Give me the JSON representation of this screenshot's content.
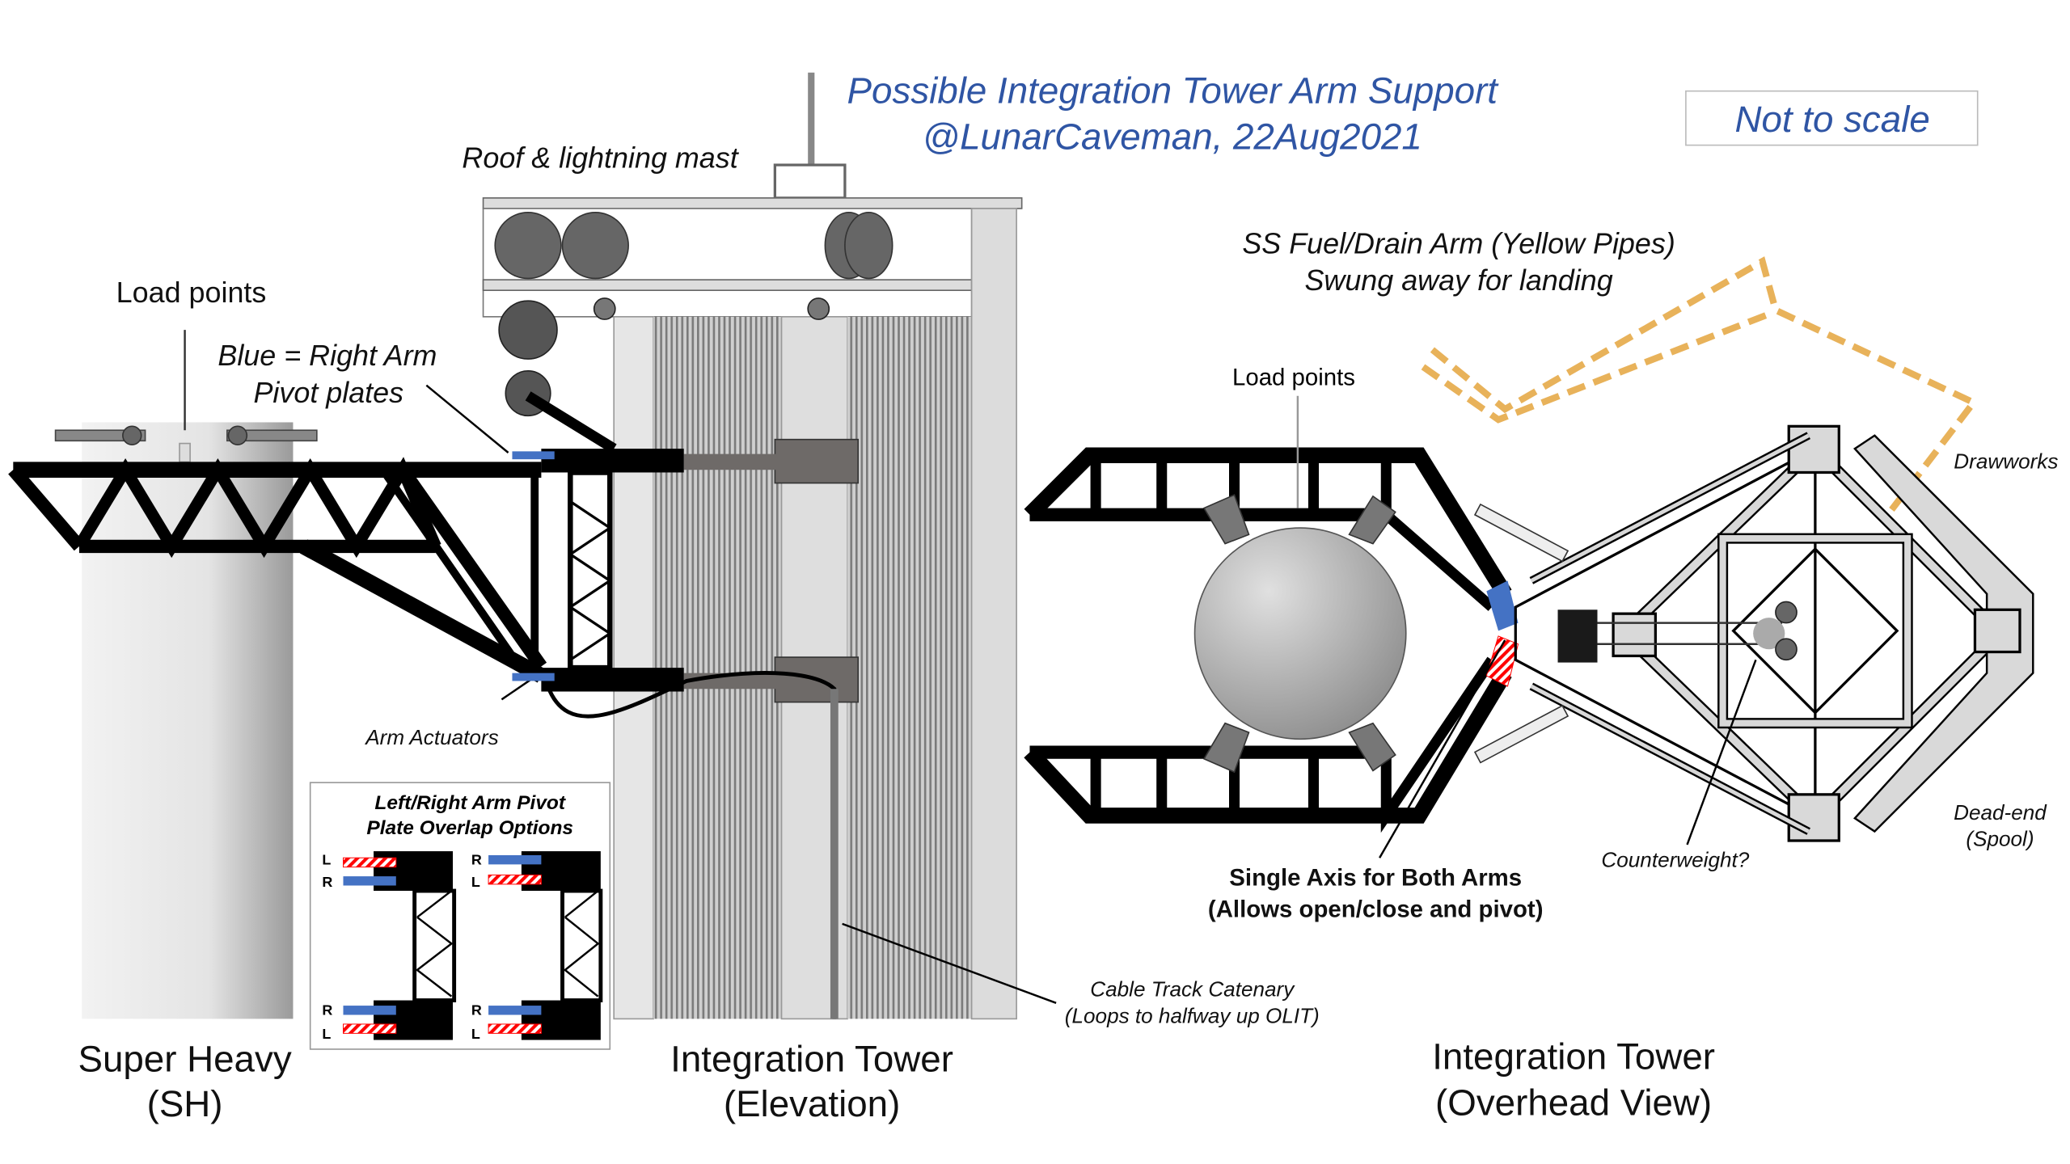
{
  "title": {
    "line1": "Possible Integration Tower Arm Support",
    "line2": "@LunarCaveman, 22Aug2021"
  },
  "scale_note": "Not to scale",
  "labels": {
    "roof": "Roof & lightning mast",
    "load_points_left": "Load points",
    "blue_line1": "Blue = Right Arm",
    "blue_line2": "Pivot plates",
    "arm_actuators": "Arm Actuators",
    "sh_line1": "Super Heavy",
    "sh_line2": "(SH)",
    "elev_line1": "Integration Tower",
    "elev_line2": "(Elevation)",
    "cable_line1": "Cable Track Catenary",
    "cable_line2": "(Loops to halfway up OLIT)",
    "overhead_line1": "Integration Tower",
    "overhead_line2": "(Overhead View)",
    "fuel_line1": "SS Fuel/Drain Arm (Yellow Pipes)",
    "fuel_line2": "Swung away for landing",
    "load_points_right": "Load points",
    "drawworks": "Drawworks",
    "deadend_line1": "Dead-end",
    "deadend_line2": "(Spool)",
    "counterweight": "Counterweight?",
    "axis_line1": "Single Axis for Both Arms",
    "axis_line2": "(Allows open/close and pivot)"
  },
  "inset": {
    "title_line1": "Left/Right Arm Pivot",
    "title_line2": "Plate Overlap Options",
    "option_a": {
      "top": [
        "L",
        "R"
      ],
      "bottom": [
        "R",
        "L"
      ]
    },
    "option_b": {
      "top": [
        "R",
        "L"
      ],
      "bottom": [
        "R",
        "L"
      ]
    }
  },
  "colors": {
    "title": "#2f55a4",
    "right_plate": "#4472c4",
    "left_plate": "#ff0000",
    "fuel_arm": "#e8b25a"
  }
}
